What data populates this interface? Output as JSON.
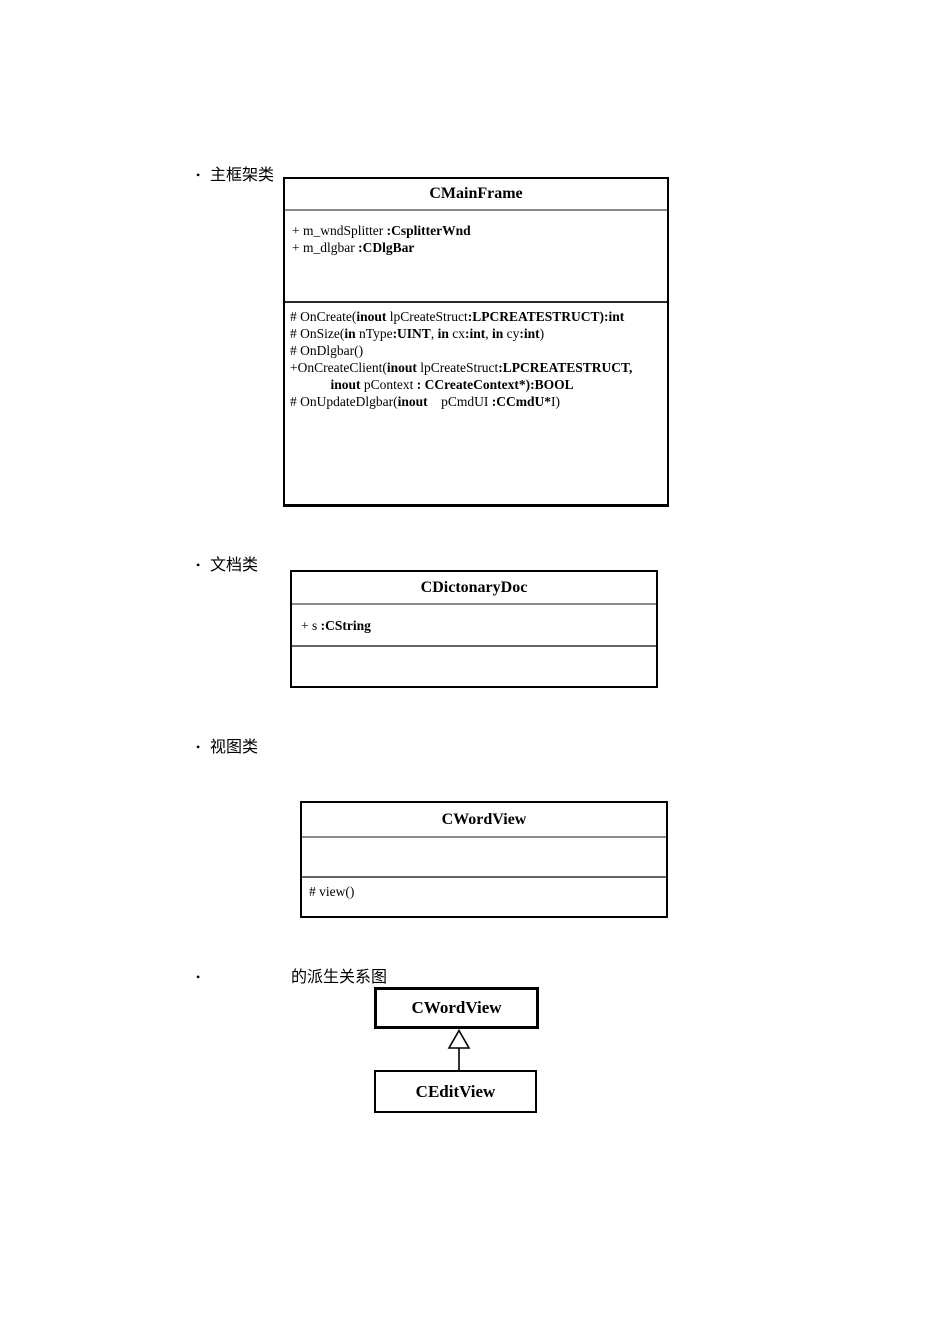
{
  "colors": {
    "text": "#000000",
    "background": "#ffffff",
    "separator_light": "#8c8c8c",
    "separator_dark": "#2a2a2a"
  },
  "bullets": [
    {
      "marker": "•",
      "label": "主框架类"
    },
    {
      "marker": "•",
      "label": "文档类"
    },
    {
      "marker": "•",
      "label": "视图类"
    },
    {
      "marker": "•",
      "label": "的派生关系图"
    }
  ],
  "uml": {
    "main_frame": {
      "title": "CMainFrame",
      "attributes": [
        [
          {
            "t": "+ m_wndSplitter ",
            "b": 0
          },
          {
            "t": ":CsplitterWnd",
            "b": 1
          }
        ],
        [
          {
            "t": "+ m_dlgbar ",
            "b": 0
          },
          {
            "t": ":CDlgBar",
            "b": 1
          }
        ]
      ],
      "methods": [
        [
          {
            "t": "# OnCreate(",
            "b": 0
          },
          {
            "t": "inout",
            "b": 1
          },
          {
            "t": " lpCreateStruct",
            "b": 0
          },
          {
            "t": ":LPCREATESTRUCT):int",
            "b": 1
          }
        ],
        [
          {
            "t": "# OnSize(",
            "b": 0
          },
          {
            "t": "in",
            "b": 1
          },
          {
            "t": " nType",
            "b": 0
          },
          {
            "t": ":UINT",
            "b": 1
          },
          {
            "t": ", ",
            "b": 0
          },
          {
            "t": "in",
            "b": 1
          },
          {
            "t": " cx",
            "b": 0
          },
          {
            "t": ":int",
            "b": 1
          },
          {
            "t": ", ",
            "b": 0
          },
          {
            "t": "in",
            "b": 1
          },
          {
            "t": " cy",
            "b": 0
          },
          {
            "t": ":int",
            "b": 1
          },
          {
            "t": ")",
            "b": 0
          }
        ],
        [
          {
            "t": "# OnDlgbar()",
            "b": 0
          }
        ],
        [
          {
            "t": "+OnCreateClient(",
            "b": 0
          },
          {
            "t": "inout",
            "b": 1
          },
          {
            "t": " lpCreateStruct",
            "b": 0
          },
          {
            "t": ":LPCREATESTRUCT,",
            "b": 1
          }
        ],
        [
          {
            "t": "            ",
            "b": 0
          },
          {
            "t": "inout",
            "b": 1
          },
          {
            "t": " pContext ",
            "b": 0
          },
          {
            "t": ": CCreateContext*):BOOL",
            "b": 1
          }
        ],
        [
          {
            "t": "# OnUpdateDlgbar(",
            "b": 0
          },
          {
            "t": "inout",
            "b": 1
          },
          {
            "t": "    pCmdUI ",
            "b": 0
          },
          {
            "t": ":CCmdU*",
            "b": 1
          },
          {
            "t": "I)",
            "b": 0
          }
        ]
      ]
    },
    "dictionary_doc": {
      "title": "CDictonaryDoc",
      "attributes": [
        [
          {
            "t": "+ s ",
            "b": 0
          },
          {
            "t": ":CString",
            "b": 1
          }
        ]
      ]
    },
    "word_view": {
      "title": "CWordView",
      "methods": [
        [
          {
            "t": "# view()",
            "b": 0
          }
        ]
      ]
    },
    "derivation": {
      "parent": "CWordView",
      "child": "CEditView"
    }
  }
}
